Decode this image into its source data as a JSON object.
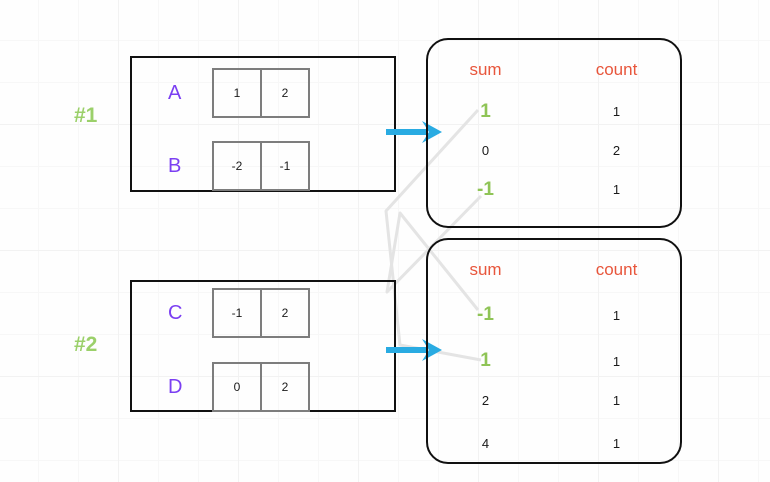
{
  "groups": [
    {
      "label": "#1",
      "rows": [
        {
          "letter": "A",
          "cells": [
            "1",
            "2"
          ]
        },
        {
          "letter": "B",
          "cells": [
            "-2",
            "-1"
          ]
        }
      ],
      "arrow": "right-arrow-icon"
    },
    {
      "label": "#2",
      "rows": [
        {
          "letter": "C",
          "cells": [
            "-1",
            "2"
          ]
        },
        {
          "letter": "D",
          "cells": [
            "0",
            "2"
          ]
        }
      ],
      "arrow": "right-arrow-icon"
    }
  ],
  "results": [
    {
      "headers": {
        "sum": "sum",
        "count": "count"
      },
      "rows": [
        {
          "sum": "1",
          "count": "1",
          "highlighted": true
        },
        {
          "sum": "0",
          "count": "2",
          "highlighted": false
        },
        {
          "sum": "-1",
          "count": "1",
          "highlighted": true
        }
      ]
    },
    {
      "headers": {
        "sum": "sum",
        "count": "count"
      },
      "rows": [
        {
          "sum": "-1",
          "count": "1",
          "highlighted": true
        },
        {
          "sum": "1",
          "count": "1",
          "highlighted": true
        },
        {
          "sum": "2",
          "count": "1",
          "highlighted": false
        },
        {
          "sum": "4",
          "count": "1",
          "highlighted": false
        }
      ]
    }
  ],
  "colors": {
    "group_label": "#9bd06a",
    "letter": "#7b3ff2",
    "header": "#e8563c",
    "highlight": "#8fc456",
    "arrow": "#29abe2",
    "box_border": "#101010",
    "cell_border": "#7d7d7d",
    "grid": "#f2f2f2",
    "connector": "#e2e2e2"
  },
  "connectors": {
    "description": "matching sum keys linked between the two result tables",
    "links": [
      {
        "from": "result-1-sum-1",
        "to": "result-2-sum-1"
      },
      {
        "from": "result-1-sum--1",
        "to": "result-2-sum--1"
      }
    ]
  }
}
